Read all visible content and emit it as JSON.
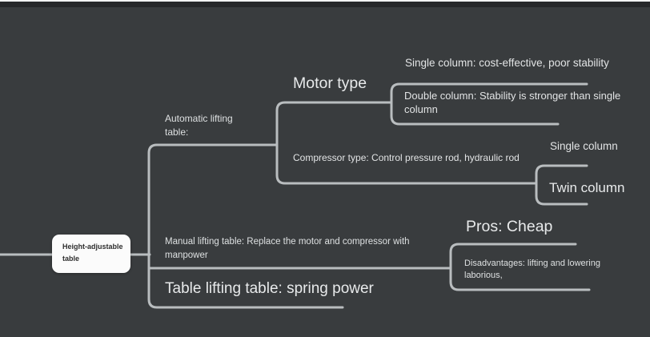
{
  "app": {
    "background_color": "#393c3e",
    "connector_color": "#b9bdbf",
    "topbar_dark_color": "#26282a",
    "topbar_light_color": "#f2f3f4",
    "root_node_color": "#fbfbfb"
  },
  "mindmap": {
    "root": "Height-adjustable table",
    "automatic": {
      "label": "Automatic lifting table:",
      "motor": {
        "label": "Motor type",
        "single": "Single column: cost-effective, poor stability",
        "double": "Double column: Stability is stronger than single column"
      },
      "compressor": {
        "label": "Compressor type: Control pressure rod, hydraulic rod",
        "single": "Single column",
        "twin": "Twin column"
      }
    },
    "manual": {
      "label": "Manual lifting table: Replace the motor and compressor with manpower",
      "pros": "Pros: Cheap",
      "cons": "Disadvantages: lifting and lowering laborious,"
    },
    "table_lifting": {
      "label": "Table lifting table: spring power"
    }
  }
}
